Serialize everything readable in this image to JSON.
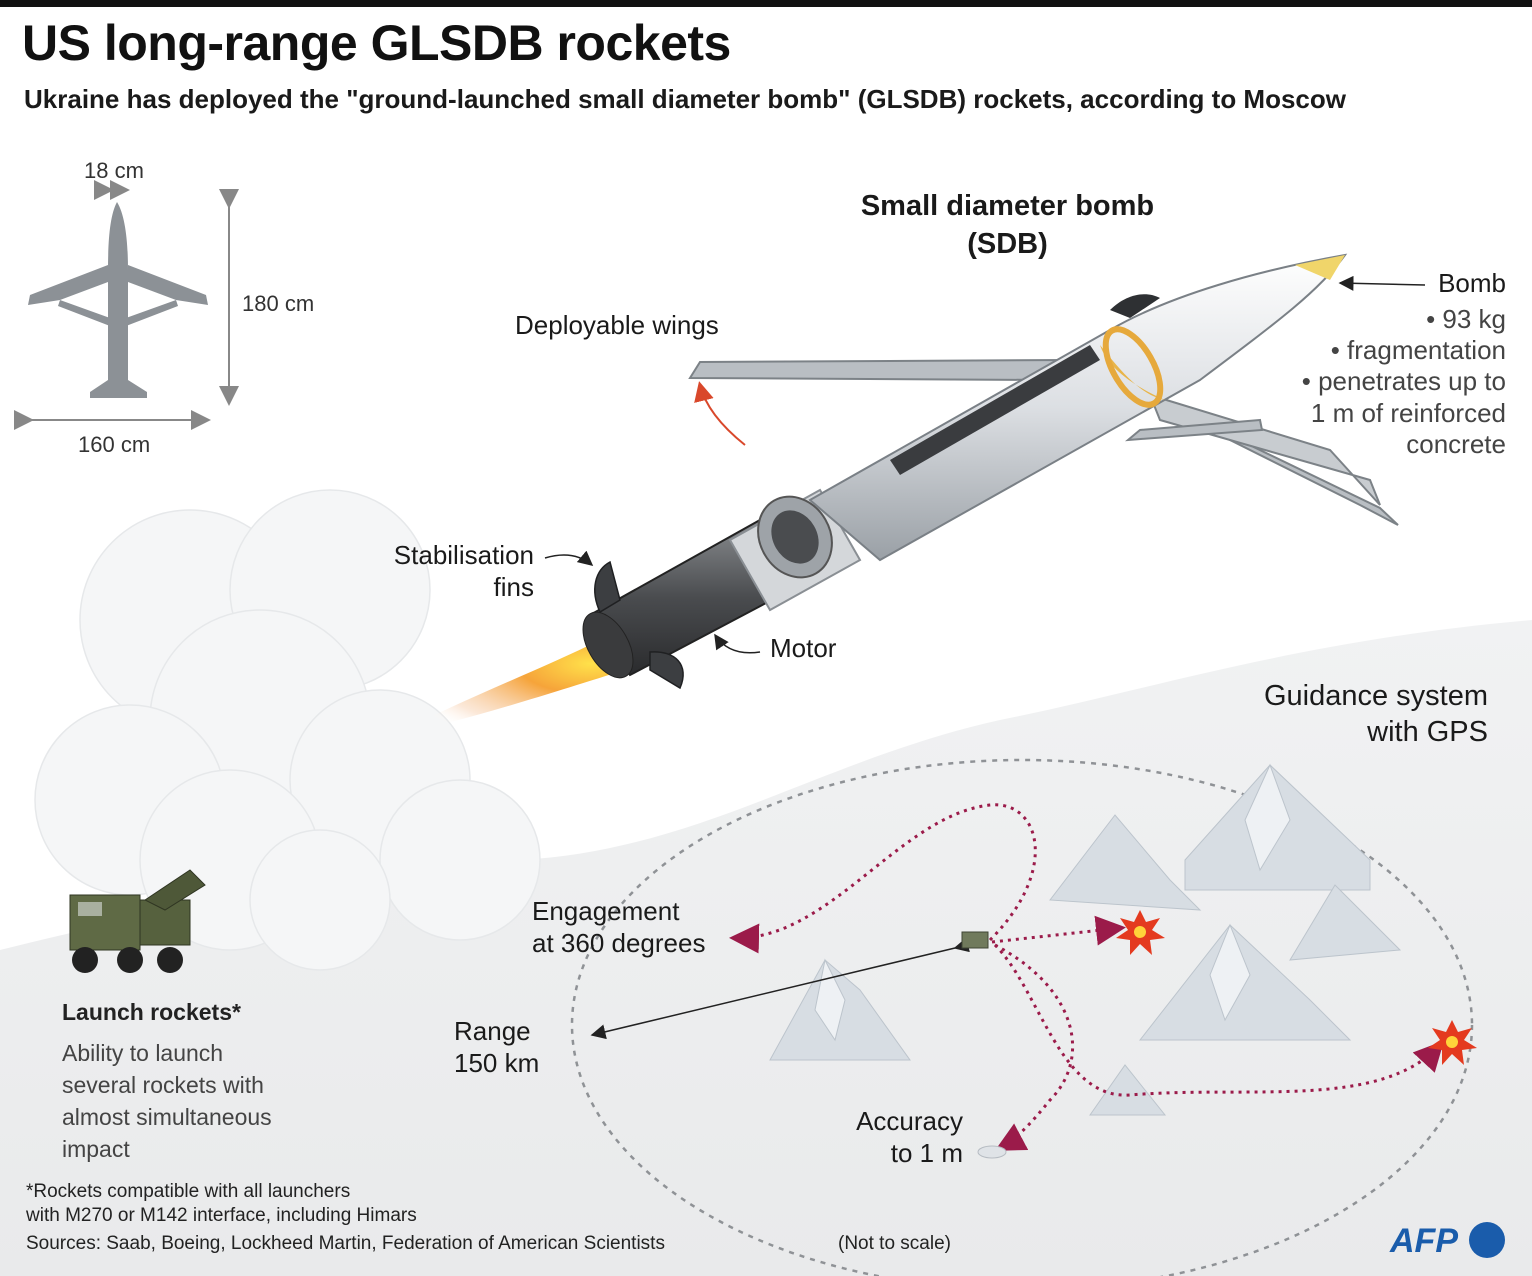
{
  "header": {
    "title": "US long-range GLSDB rockets",
    "subtitle": "Ukraine has deployed the \"ground-launched small diameter bomb\" (GLSDB) rockets, according to Moscow"
  },
  "dimensions": {
    "width": "18 cm",
    "height": "180 cm",
    "wingspan": "160 cm"
  },
  "sdb": {
    "title_line1": "Small diameter bomb",
    "title_line2": "(SDB)"
  },
  "labels": {
    "deployable_wings": "Deployable wings",
    "stabilisation_line1": "Stabilisation",
    "stabilisation_line2": "fins",
    "motor": "Motor",
    "bomb": {
      "title": "Bomb",
      "line1": "• 93 kg",
      "line2": "• fragmentation",
      "line3": "• penetrates up to",
      "line4": "1 m of reinforced",
      "line5": "concrete"
    }
  },
  "guidance": {
    "title_line1": "Guidance system",
    "title_line2": "with GPS",
    "engagement_line1": "Engagement",
    "engagement_line2": "at 360 degrees",
    "range_line1": "Range",
    "range_line2": "150 km",
    "accuracy_line1": "Accuracy",
    "accuracy_line2": "to 1 m"
  },
  "launcher": {
    "title": "Launch rockets*",
    "line1": "Ability to launch",
    "line2": "several rockets with",
    "line3": "almost simultaneous",
    "line4": "impact"
  },
  "footer": {
    "note_line1": "*Rockets compatible with all launchers",
    "note_line2": "with M270 or M142 interface, including Himars",
    "sources": "Sources: Saab, Boeing, Lockheed Martin, Federation of American Scientists",
    "scale_note": "(Not to scale)",
    "logo": "AFP"
  },
  "colors": {
    "path_dotted": "#9b1b4a",
    "arrow_wing": "#d9482b",
    "afp_blue": "#1a5cab"
  }
}
